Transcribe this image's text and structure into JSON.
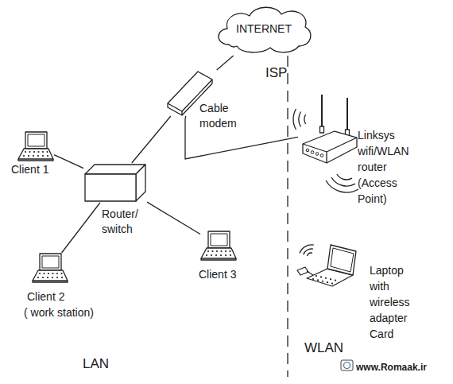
{
  "diagram": {
    "nodes": [
      {
        "text": [
          "INTERNET"
        ]
      },
      {
        "text": [
          "Cable modem"
        ]
      },
      {
        "text": [
          "Linksys wifi/WLAN router (Access Point)"
        ]
      },
      {
        "text": [
          "Client 1"
        ]
      },
      {
        "text": [
          "Router/ switch"
        ]
      },
      {
        "text": [
          "Client 3"
        ]
      },
      {
        "text": [
          "Client 2",
          "( work station)"
        ]
      },
      {
        "text": [
          "Laptop with wireless adapter Card"
        ]
      }
    ],
    "edges": [
      {
        "from": 0,
        "to": 1,
        "arrow": "none"
      },
      {
        "from": 1,
        "to": 4,
        "arrow": "none"
      },
      {
        "from": 1,
        "to": 2,
        "arrow": "none"
      },
      {
        "from": 4,
        "to": 3,
        "arrow": "none"
      },
      {
        "from": 4,
        "to": 6,
        "arrow": "none"
      },
      {
        "from": 4,
        "to": 5,
        "arrow": "none"
      }
    ],
    "labels": [
      "ISP",
      "LAN",
      "WLAN",
      "www.Romaak.ir"
    ]
  }
}
